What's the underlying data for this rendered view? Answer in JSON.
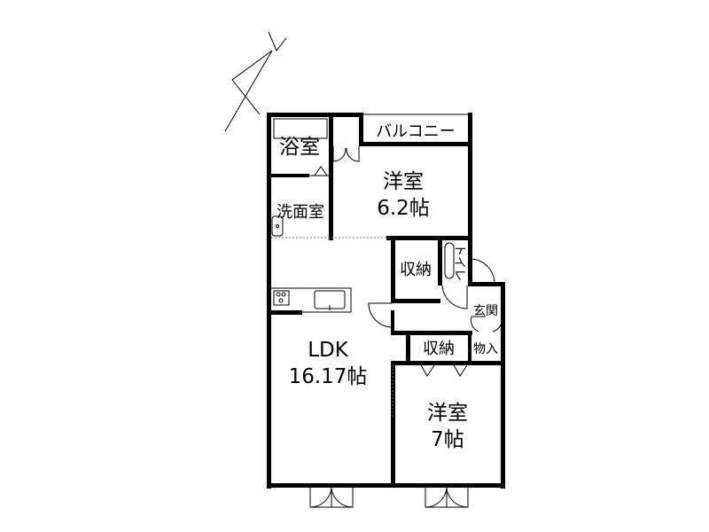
{
  "rooms": {
    "bath": "浴室",
    "washroom": "洗面室",
    "western1_name": "洋室",
    "western1_size": "6.2帖",
    "balcony": "バルコニー",
    "storage1": "収納",
    "toilet": "トイレ",
    "entrance": "玄関",
    "storage2": "収納",
    "closet": "物入",
    "ldk_name": "LDK",
    "ldk_size": "16.17帖",
    "western2_name": "洋室",
    "western2_size": "7帖"
  },
  "icons": {
    "north": "north-arrow-icon"
  }
}
